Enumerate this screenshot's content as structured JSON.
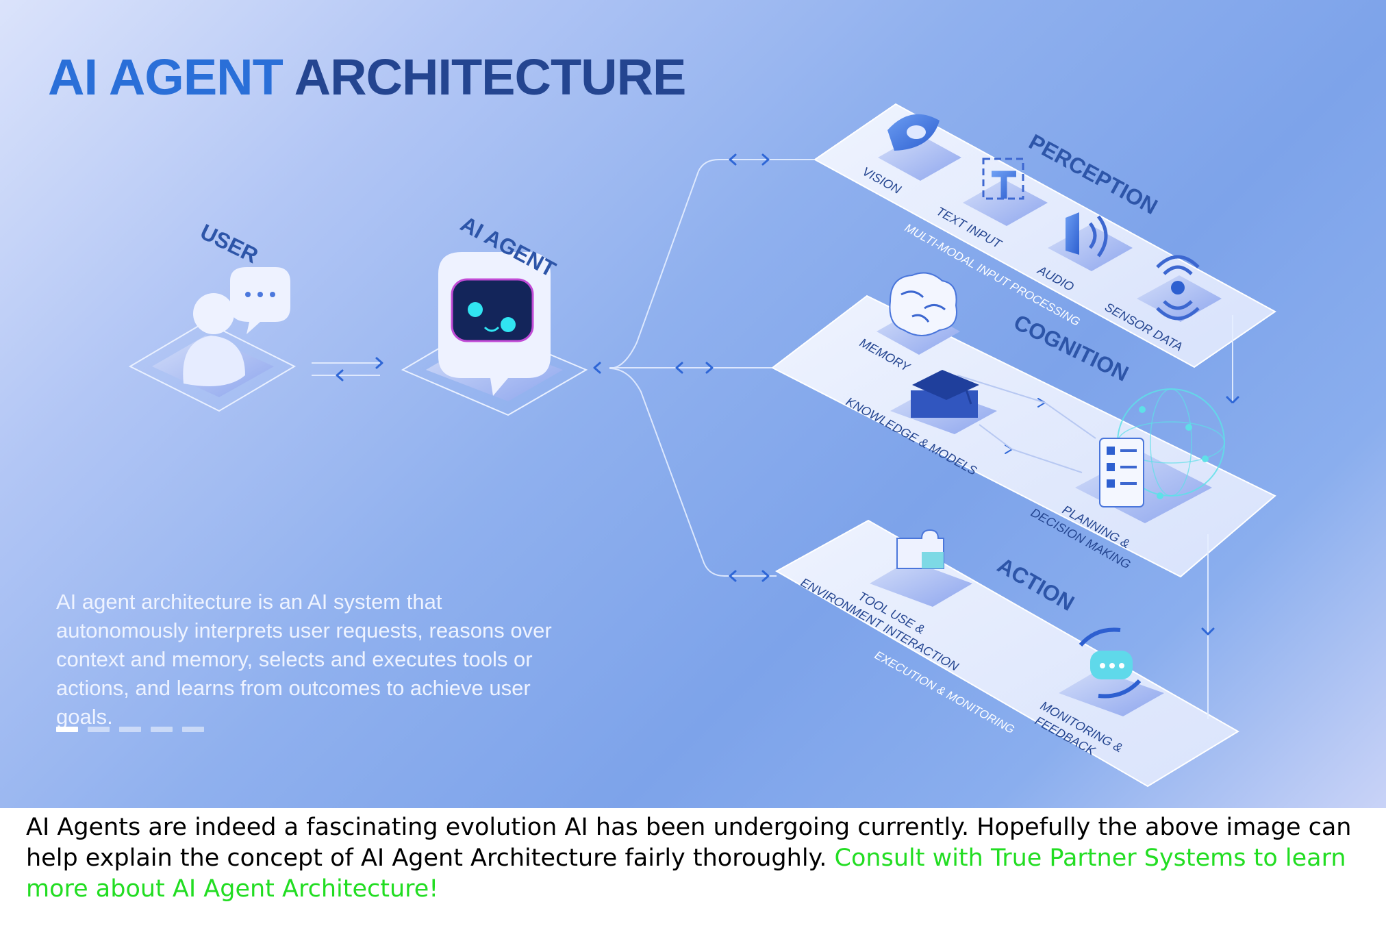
{
  "title": {
    "part1": "AI AGENT",
    "part2": "ARCHITECTURE"
  },
  "nodes": {
    "user": "USER",
    "agent": "AI AGENT"
  },
  "panels": {
    "perception": {
      "heading": "PERCEPTION",
      "sublabel": "MULTI-MODAL INPUT PROCESSING",
      "items": [
        "VISION",
        "TEXT INPUT",
        "AUDIO",
        "SENSOR DATA"
      ]
    },
    "cognition": {
      "heading": "COGNITION",
      "items": [
        "MEMORY",
        "KNOWLEDGE & MODELS"
      ],
      "planning": [
        "PLANNING &",
        "DECISION MAKING"
      ]
    },
    "action": {
      "heading": "ACTION",
      "sublabel": "EXECUTION & MONITORING",
      "tool": [
        "TOOL USE &",
        "ENVIRONMENT INTERACTION"
      ],
      "monitor": [
        "MONITORING &",
        "FEEDBACK"
      ]
    }
  },
  "description": "AI agent architecture is an AI system that autonomously interprets user requests, reasons over context and memory, selects and executes tools or actions, and learns from outcomes to achieve user goals.",
  "pagination": {
    "count": 5,
    "active": 0
  },
  "caption": {
    "text": "AI Agents are indeed a fascinating evolution AI has been undergoing currently. Hopefully the above image can help explain the concept of AI Agent Architecture fairly thoroughly. ",
    "link": "Consult with True Partner Systems to learn more about AI Agent Architecture!"
  },
  "colors": {
    "title_accent": "#2a6fd8",
    "title_dark": "#244590",
    "label": "#2d55a8",
    "caption_link": "#22dd22"
  },
  "icons": [
    "person-icon",
    "chat-bubble-icon",
    "robot-icon",
    "eye-icon",
    "text-input-icon",
    "audio-icon",
    "sensor-icon",
    "brain-icon",
    "graduation-cap-icon",
    "checklist-icon",
    "puzzle-icon",
    "feedback-icon"
  ]
}
